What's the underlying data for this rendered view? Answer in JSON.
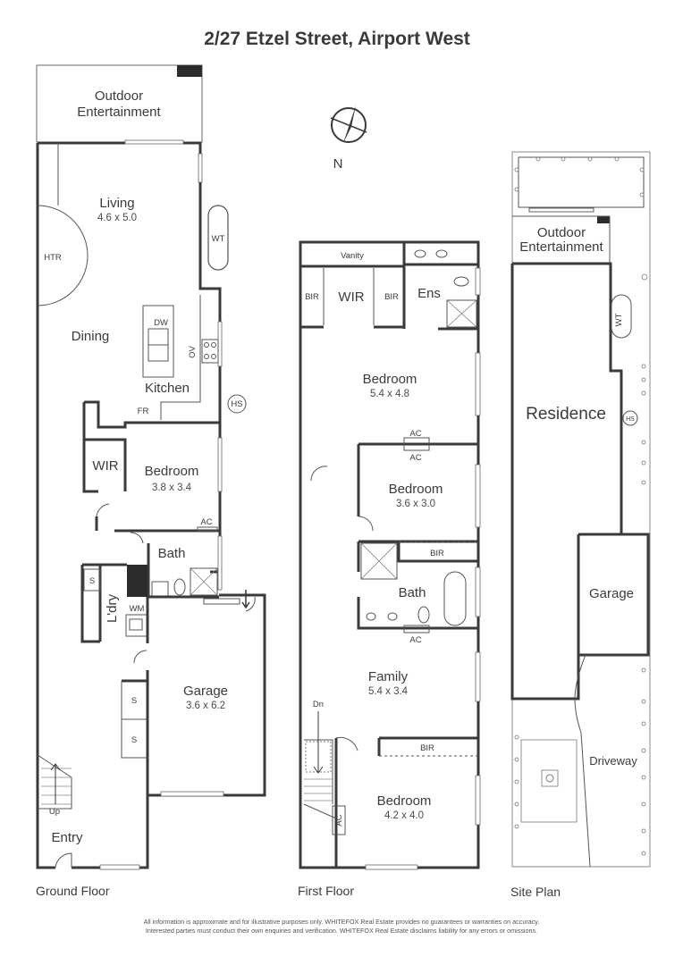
{
  "title": "2/27 Etzel Street, Airport West",
  "compass": {
    "label": "N"
  },
  "ground_floor": {
    "caption": "Ground Floor",
    "outdoor": {
      "line1": "Outdoor",
      "line2": "Entertainment"
    },
    "living": {
      "name": "Living",
      "dim": "4.6 x 5.0"
    },
    "htr": "HTR",
    "wt": "WT",
    "dining": "Dining",
    "dw": "DW",
    "ov": "OV",
    "kitchen": "Kitchen",
    "fr": "FR",
    "hs": "HS",
    "wir": "WIR",
    "bedroom": {
      "name": "Bedroom",
      "dim": "3.8 x 3.4"
    },
    "ac": "AC",
    "bath": "Bath",
    "s": "S",
    "ldry": "L'dry",
    "wm": "WM",
    "garage": {
      "name": "Garage",
      "dim": "3.6 x 6.2"
    },
    "up": "Up",
    "entry": "Entry"
  },
  "first_floor": {
    "caption": "First Floor",
    "vanity": "Vanity",
    "bir": "BIR",
    "wir": "WIR",
    "ens": "Ens",
    "bedroom1": {
      "name": "Bedroom",
      "dim": "5.4 x 4.8"
    },
    "ac": "AC",
    "bedroom2": {
      "name": "Bedroom",
      "dim": "3.6 x 3.0"
    },
    "bath": "Bath",
    "family": {
      "name": "Family",
      "dim": "5.4 x 3.4"
    },
    "dn": "Dn",
    "bedroom3": {
      "name": "Bedroom",
      "dim": "4.2 x 4.0"
    }
  },
  "site_plan": {
    "caption": "Site Plan",
    "outdoor": {
      "line1": "Outdoor",
      "line2": "Entertainment"
    },
    "wt": "WT",
    "residence": "Residence",
    "hs": "HS",
    "garage": "Garage",
    "driveway": "Driveway"
  },
  "disclaimer": {
    "line1": "All information is approximate and for illustrative purposes only. WHITEFOX Real Estate provides no guarantees or warranties on accuracy.",
    "line2": "Interested parties must conduct their own enquiries and verification. WHITEFOX Real Estate disclaims liability for any errors or omissions."
  },
  "colors": {
    "wall": "#3a3a3a",
    "text": "#3b3b3b",
    "background": "#ffffff"
  }
}
